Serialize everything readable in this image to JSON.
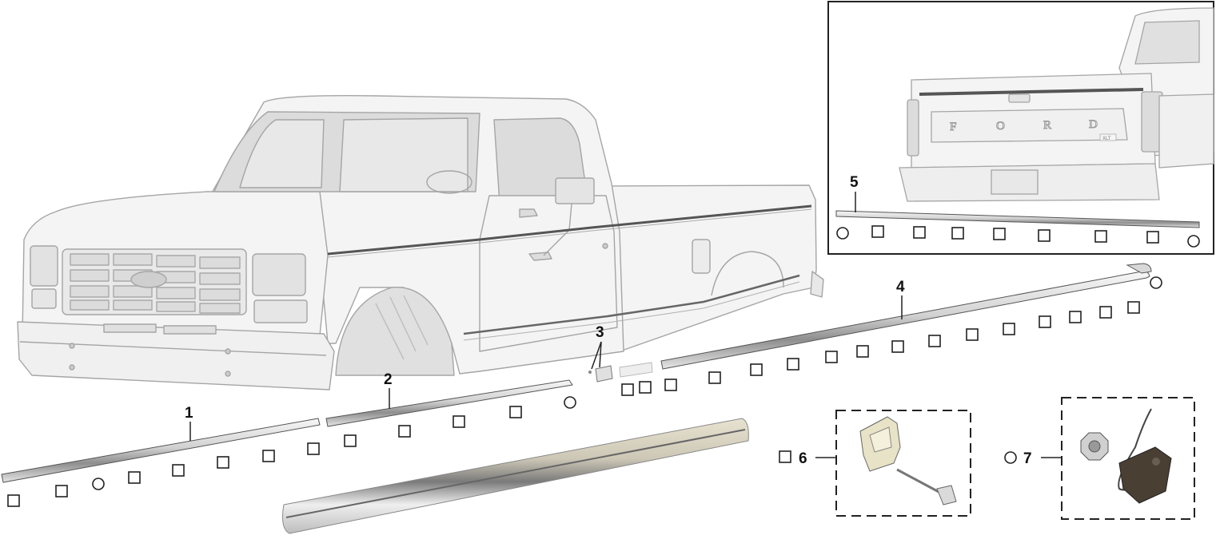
{
  "diagram": {
    "inset_tailgate": {
      "tailgate_letters": [
        "F",
        "O",
        "R",
        "D"
      ],
      "badge": "XLT",
      "callout": "5"
    },
    "callouts": [
      {
        "id": "1",
        "label": "1"
      },
      {
        "id": "2",
        "label": "2"
      },
      {
        "id": "3",
        "label": "3"
      },
      {
        "id": "4",
        "label": "4"
      },
      {
        "id": "6",
        "label": "6"
      },
      {
        "id": "7",
        "label": "7"
      }
    ],
    "legend_markers": {
      "square": "square-marker",
      "circle": "circle-marker"
    },
    "colors": {
      "outline": "#9a9a9a",
      "body_fill": "#f3f3f3",
      "glass_fill": "#d8d8d8",
      "molding_fill": "#e9e9e9",
      "clip_fill": "#e8e2c6",
      "retainer_fill": "#4a3f33",
      "frame": "#222222"
    }
  }
}
